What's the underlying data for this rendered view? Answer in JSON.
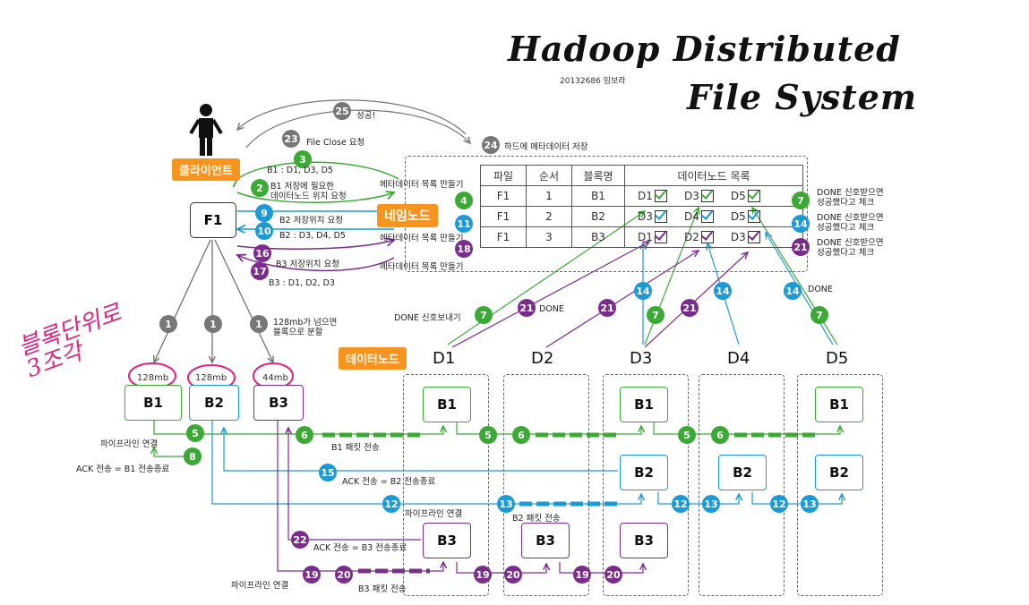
{
  "title_line1": "Hadoop Distributed",
  "title_line2": "File System",
  "student": "20132686 임보라",
  "client_label": "클라이언트",
  "namenode_label": "네임노드",
  "datanode_label": "데이터노드",
  "file_label": "F1",
  "datanodes": [
    "D1",
    "D2",
    "D3",
    "D4",
    "D5"
  ],
  "blocks": {
    "b1": "B1",
    "b2": "B2",
    "b3": "B3"
  },
  "sizes": {
    "b1": "128mb",
    "b2": "128mb",
    "b3": "44mb"
  },
  "handwritten": "블록단위로 3조각",
  "table": {
    "headers": [
      "파일",
      "순서",
      "블록명",
      "데이터노드 목록"
    ],
    "rows": [
      {
        "file": "F1",
        "seq": "1",
        "block": "B1",
        "nodes": [
          "D1",
          "D3",
          "D5"
        ]
      },
      {
        "file": "F1",
        "seq": "2",
        "block": "B2",
        "nodes": [
          "D3",
          "D4",
          "D5"
        ]
      },
      {
        "file": "F1",
        "seq": "3",
        "block": "B3",
        "nodes": [
          "D1",
          "D2",
          "D3"
        ]
      }
    ]
  },
  "steps": {
    "s1": "128mb가 넘으면\n블록으로 분할",
    "s2": "B1 저장에 필요한\n데이터노드 위치 요청",
    "s3": "B1 : D1, D3, D5",
    "s4": "메타데이터 목록 만들기",
    "s5": "파이프라인 연결",
    "s6": "B1 패킷 전송",
    "s7_left": "DONE 신호보내기",
    "s7_right": "DONE 신호받으면\n성공했다고 체크",
    "s8": "ACK 전송 = B1 전송종료",
    "s9": "B2 저장위치 요청",
    "s10": "B2 : D3, D4, D5",
    "s11": "메타데이터 목록 만들기",
    "s12": "파이프라인 연결",
    "s13": "B2 패킷 전송",
    "s14_right": "DONE 신호받으면\n성공했다고 체크",
    "s14_done": "DONE",
    "s15": "ACK 전송 = B2 전송종료",
    "s16": "B3 저장위치 요청",
    "s17": "B3 : D1, D2, D3",
    "s18": "메타데이터 목록 만들기",
    "s19": "파이프라인 연결",
    "s20": "B3 패킷 전송",
    "s21_done": "DONE",
    "s21_right": "DONE 신호받으면\n성공했다고 체크",
    "s22": "ACK 전송 = B3 전송종료",
    "s23": "File Close 요청",
    "s24": "하드에 메타데이터 저장",
    "s25": "성공!"
  },
  "colors": {
    "green": "#3aaa35",
    "blue": "#1b9ad6",
    "purple": "#7b2d8b",
    "gray": "#777777",
    "orange": "#f7941d",
    "handwriting": "#e0257f"
  }
}
